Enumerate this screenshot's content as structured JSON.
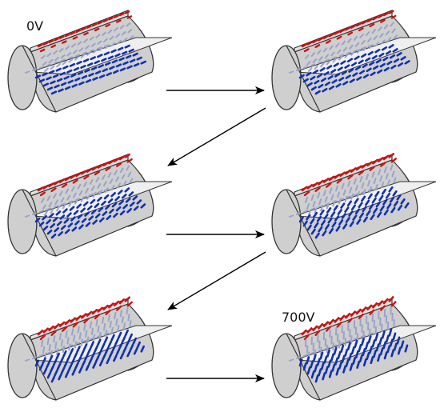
{
  "labels": {
    "start_voltage": "0V",
    "end_voltage": "700V"
  },
  "colors": {
    "background": "#ffffff",
    "cylinder_fill": "#cfcfcf",
    "cylinder_stroke": "#333333",
    "top_molecules": "#d01010",
    "bottom_molecules": "#1030b0",
    "mid_molecules": "#9aa3c8",
    "arrow": "#000000"
  },
  "panels": [
    {
      "id": "panel-1",
      "order": 1,
      "tilt": 0.05
    },
    {
      "id": "panel-2",
      "order": 2,
      "tilt": 0.15
    },
    {
      "id": "panel-3",
      "order": 3,
      "tilt": 0.3
    },
    {
      "id": "panel-4",
      "order": 4,
      "tilt": 0.5
    },
    {
      "id": "panel-5",
      "order": 5,
      "tilt": 0.7
    },
    {
      "id": "panel-6",
      "order": 6,
      "tilt": 0.92
    }
  ],
  "arrows": [
    {
      "from": "panel-1",
      "to": "panel-2"
    },
    {
      "from": "panel-2",
      "to": "panel-3"
    },
    {
      "from": "panel-3",
      "to": "panel-4"
    },
    {
      "from": "panel-4",
      "to": "panel-5"
    },
    {
      "from": "panel-5",
      "to": "panel-6"
    }
  ]
}
